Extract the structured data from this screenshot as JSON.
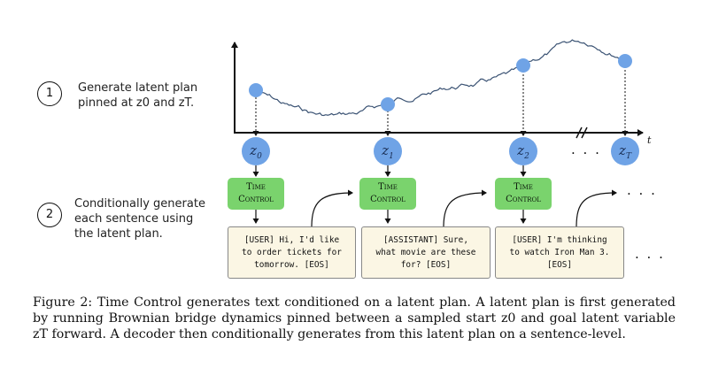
{
  "steps": [
    {
      "number": "1",
      "text_lines": [
        "Generate latent plan",
        "pinned at z0 and zT."
      ]
    },
    {
      "number": "2",
      "text_lines": [
        "Conditionally generate",
        "each sentence using",
        "the latent plan."
      ]
    }
  ],
  "axis": {
    "x_label": "t"
  },
  "latents": [
    {
      "base": "z",
      "sub": "0"
    },
    {
      "base": "z",
      "sub": "1"
    },
    {
      "base": "z",
      "sub": "2"
    },
    {
      "base": "z",
      "sub": "T"
    }
  ],
  "latent_ellipsis": ". . .",
  "time_control": {
    "line1": "Time",
    "line2": "Control"
  },
  "sentences": [
    {
      "lines": [
        "[USER] Hi, I'd like",
        "to order tickets for",
        "tomorrow. [EOS]"
      ]
    },
    {
      "lines": [
        "[ASSISTANT] Sure,",
        "what movie are these",
        "for? [EOS]"
      ]
    },
    {
      "lines": [
        "[USER] I'm thinking",
        "to watch Iron Man 3.",
        "[EOS]"
      ]
    }
  ],
  "sentence_ellipsis": ". . .",
  "after_tc_ellipsis": ". . .",
  "caption": {
    "label": "Figure 2:",
    "text": "Time Control generates text conditioned on a latent plan. A latent plan is first generated by running Brownian bridge dynamics pinned between a sampled start z0 and goal latent variable zT forward. A decoder then conditionally generates from this latent plan on a sentence-level."
  },
  "colors": {
    "latent": "#6fa3e6",
    "time_control": "#7ad36d",
    "sentence_bg": "#fbf6e4",
    "path": "#3a5273"
  }
}
